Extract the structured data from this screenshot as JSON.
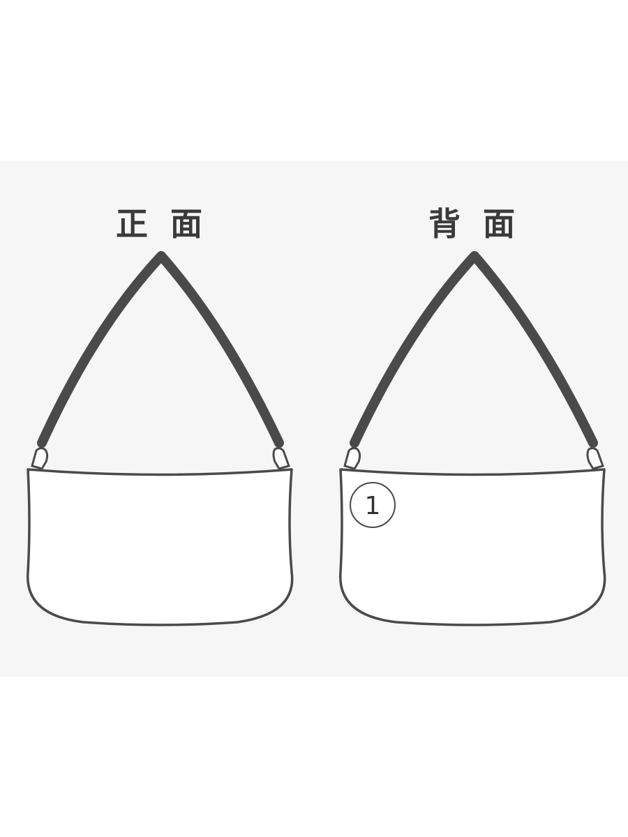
{
  "views": {
    "front": {
      "title": "正 面"
    },
    "back": {
      "title": "背 面",
      "marker": "1"
    }
  },
  "colors": {
    "background": "#ffffff",
    "panel": "#f6f6f6",
    "outline": "#4a4a4a"
  }
}
